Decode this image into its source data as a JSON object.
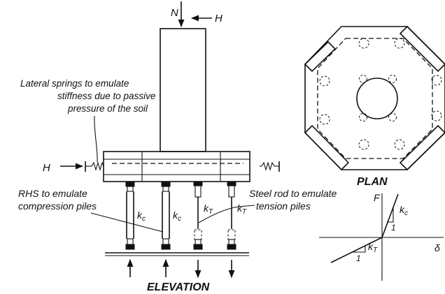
{
  "elevation": {
    "load_n": "N",
    "load_h_top": "H",
    "load_h_side": "H",
    "lateral_springs_note": [
      "Lateral springs to emulate",
      "stiffness due to passive",
      "pressure of the soil"
    ],
    "rhs_note": [
      "RHS to emulate",
      "compression piles"
    ],
    "rod_note": [
      "Steel rod to emulate",
      "tension piles"
    ],
    "k_c_label": "k",
    "k_t_label": "k",
    "sub_c": "c",
    "sub_t": "T",
    "caption": "ELEVATION"
  },
  "plan": {
    "caption": "PLAN"
  },
  "graph": {
    "y_axis": "F",
    "x_axis": "δ",
    "k_c_label": "k",
    "k_t_label": "k",
    "sub_c": "c",
    "sub_t": "T",
    "slope_unit_c": "1",
    "slope_unit_t": "1"
  }
}
